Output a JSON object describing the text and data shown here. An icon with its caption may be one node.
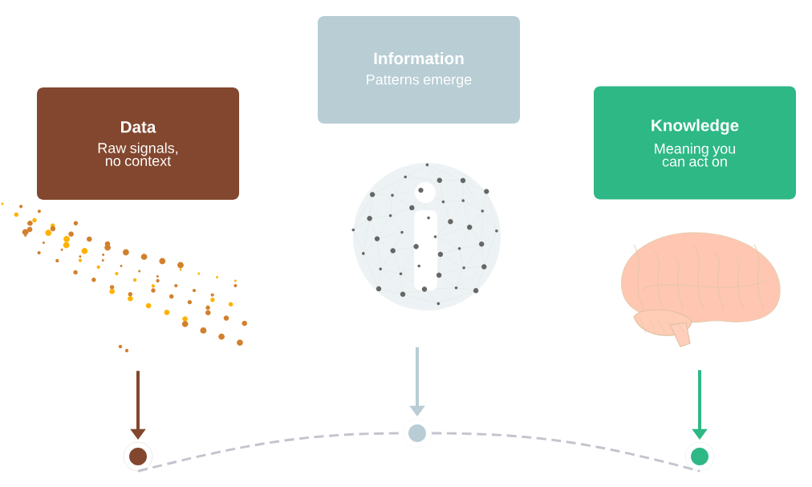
{
  "diagram": {
    "nodes": [
      {
        "text": [
          "Data",
          "Raw signals, no context"
        ]
      },
      {
        "text": [
          "Information",
          "Patterns emerge"
        ]
      },
      {
        "text": [
          "Knowledge",
          "Meaning you can act on"
        ]
      },
      {
        "text": [],
        "shape": "picture"
      },
      {
        "text": [],
        "shape": "picture"
      },
      {
        "text": [],
        "shape": "picture"
      },
      {
        "text": [],
        "shape": "circle"
      },
      {
        "text": [],
        "shape": "circle"
      },
      {
        "text": [],
        "shape": "circle"
      }
    ],
    "edges": [
      {
        "from": 3,
        "to": 6,
        "arrow": "to",
        "color": "#82472e"
      },
      {
        "from": 4,
        "to": 7,
        "arrow": "to",
        "color": "#b8cdd4"
      },
      {
        "from": 5,
        "to": 8,
        "arrow": "to",
        "color": "#2eb886"
      },
      {
        "from": 6,
        "to": 7,
        "arrow": "none",
        "style": "dashed",
        "color": "#c3c4cd"
      },
      {
        "from": 7,
        "to": 8,
        "arrow": "none",
        "style": "dashed",
        "color": "#c3c4cd"
      }
    ]
  }
}
